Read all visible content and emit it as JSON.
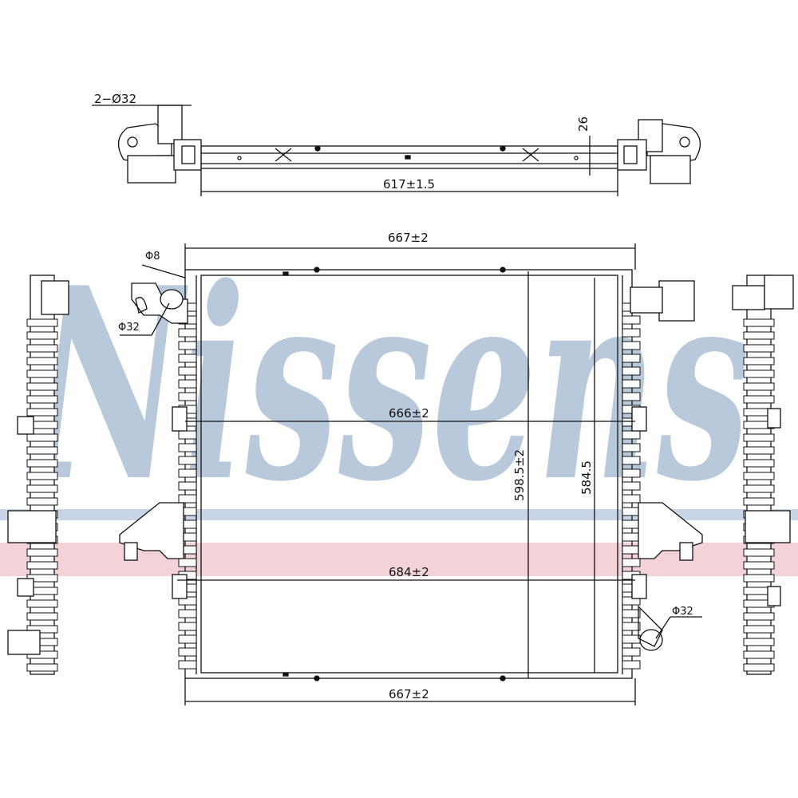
{
  "watermark": {
    "text": "Nissens",
    "color": "#b9c9dc",
    "band_color": "#f2c9cf"
  },
  "top_view": {
    "hole_label": "2−Ø32",
    "width_label": "617±1.5",
    "depth_label": "26"
  },
  "front_view": {
    "overall_width_top": "667±2",
    "overall_width_bottom": "667±2",
    "core_width_upper": "666±2",
    "core_width_lower": "684±2",
    "overall_height": "598.5±2",
    "core_height": "584.5",
    "pin_diameter": "Φ8",
    "inlet_diameter": "Φ32",
    "outlet_diameter": "Φ32"
  },
  "colors": {
    "line": "#111111",
    "background": "#ffffff"
  }
}
